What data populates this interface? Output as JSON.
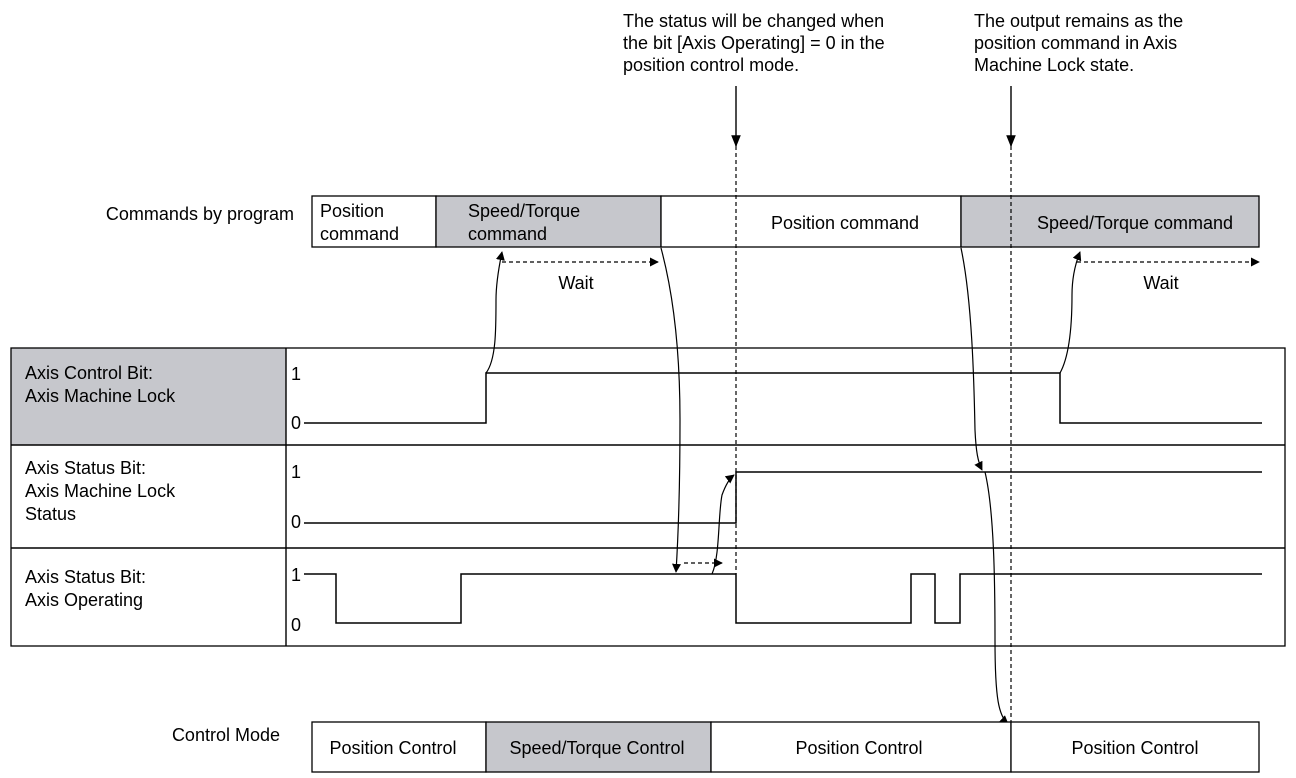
{
  "annotations": {
    "status_change": [
      "The status will be changed when",
      "the bit [Axis Operating] = 0 in the",
      "position control mode."
    ],
    "output_remains": [
      "The output remains as the",
      "position command in Axis",
      "Machine Lock state."
    ]
  },
  "commands": {
    "label": "Commands by program",
    "segments": [
      {
        "lines": [
          "Position",
          "command"
        ],
        "shaded": false
      },
      {
        "lines": [
          "Speed/Torque",
          "command"
        ],
        "shaded": true
      },
      {
        "lines": [
          "Position command"
        ],
        "shaded": false
      },
      {
        "lines": [
          "Speed/Torque command"
        ],
        "shaded": true
      }
    ],
    "wait_labels": [
      "Wait",
      "Wait"
    ]
  },
  "signals": [
    {
      "lines": [
        "Axis Control Bit:",
        "Axis Machine Lock"
      ],
      "shaded": true,
      "high": "1",
      "low": "0"
    },
    {
      "lines": [
        "Axis Status Bit:",
        "Axis Machine Lock",
        "Status"
      ],
      "shaded": false,
      "high": "1",
      "low": "0"
    },
    {
      "lines": [
        "Axis Status Bit:",
        "Axis Operating"
      ],
      "shaded": false,
      "high": "1",
      "low": "0"
    }
  ],
  "control_mode": {
    "label": "Control Mode",
    "segments": [
      {
        "text": "Position Control",
        "shaded": false
      },
      {
        "text": "Speed/Torque Control",
        "shaded": true
      },
      {
        "text": "Position Control",
        "shaded": false
      },
      {
        "text": "Position Control",
        "shaded": false
      }
    ]
  }
}
